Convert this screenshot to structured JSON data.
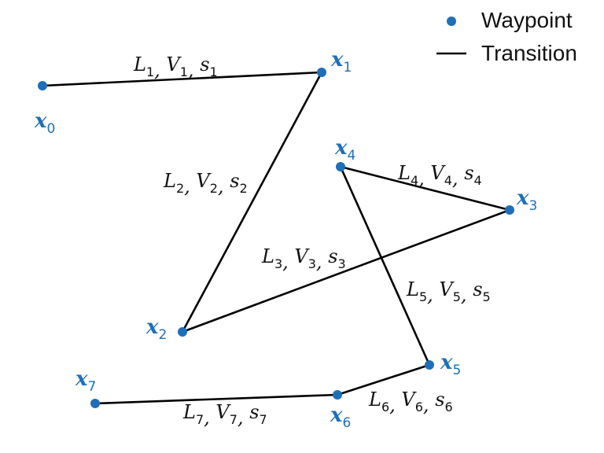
{
  "colors": {
    "waypoint": "#1f6fb8",
    "transition": "#000000"
  },
  "legend": {
    "waypoint_label": "Waypoint",
    "transition_label": "Transition"
  },
  "nodes": [
    {
      "base": "x",
      "sub": "0"
    },
    {
      "base": "x",
      "sub": "1"
    },
    {
      "base": "x",
      "sub": "2"
    },
    {
      "base": "x",
      "sub": "3"
    },
    {
      "base": "x",
      "sub": "4"
    },
    {
      "base": "x",
      "sub": "5"
    },
    {
      "base": "x",
      "sub": "6"
    },
    {
      "base": "x",
      "sub": "7"
    }
  ],
  "edges": [
    {
      "from": 0,
      "to": 1,
      "parts": [
        {
          "b": "L",
          "s": "1"
        },
        {
          "b": "V",
          "s": "1"
        },
        {
          "b": "s",
          "s": "1"
        }
      ]
    },
    {
      "from": 1,
      "to": 2,
      "parts": [
        {
          "b": "L",
          "s": "2"
        },
        {
          "b": "V",
          "s": "2"
        },
        {
          "b": "s",
          "s": "2"
        }
      ]
    },
    {
      "from": 2,
      "to": 3,
      "parts": [
        {
          "b": "L",
          "s": "3"
        },
        {
          "b": "V",
          "s": "3"
        },
        {
          "b": "s",
          "s": "3"
        }
      ]
    },
    {
      "from": 3,
      "to": 4,
      "parts": [
        {
          "b": "L",
          "s": "4"
        },
        {
          "b": "V",
          "s": "4"
        },
        {
          "b": "s",
          "s": "4"
        }
      ]
    },
    {
      "from": 4,
      "to": 5,
      "parts": [
        {
          "b": "L",
          "s": "5"
        },
        {
          "b": "V",
          "s": "5"
        },
        {
          "b": "s",
          "s": "5"
        }
      ]
    },
    {
      "from": 5,
      "to": 6,
      "parts": [
        {
          "b": "L",
          "s": "6"
        },
        {
          "b": "V",
          "s": "6"
        },
        {
          "b": "s",
          "s": "6"
        }
      ]
    },
    {
      "from": 6,
      "to": 7,
      "parts": [
        {
          "b": "L",
          "s": "7"
        },
        {
          "b": "V",
          "s": "7"
        },
        {
          "b": "s",
          "s": "7"
        }
      ]
    }
  ]
}
